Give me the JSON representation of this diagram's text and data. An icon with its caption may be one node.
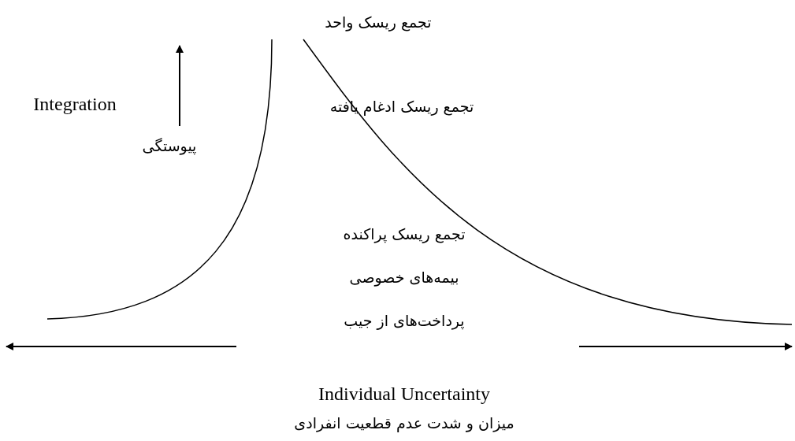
{
  "diagram": {
    "labels": [
      "تجمع ریسک واحد",
      "Integration",
      "تجمع ریسک ادغام یافته",
      "پیوستگی",
      "تجمع ریسک پراکنده",
      "بیمه‌های خصوصی",
      "پرداخت‌های از جیب",
      "Individual Uncertainty",
      "میزان و شدت عدم قطعیت انفرادی"
    ]
  }
}
